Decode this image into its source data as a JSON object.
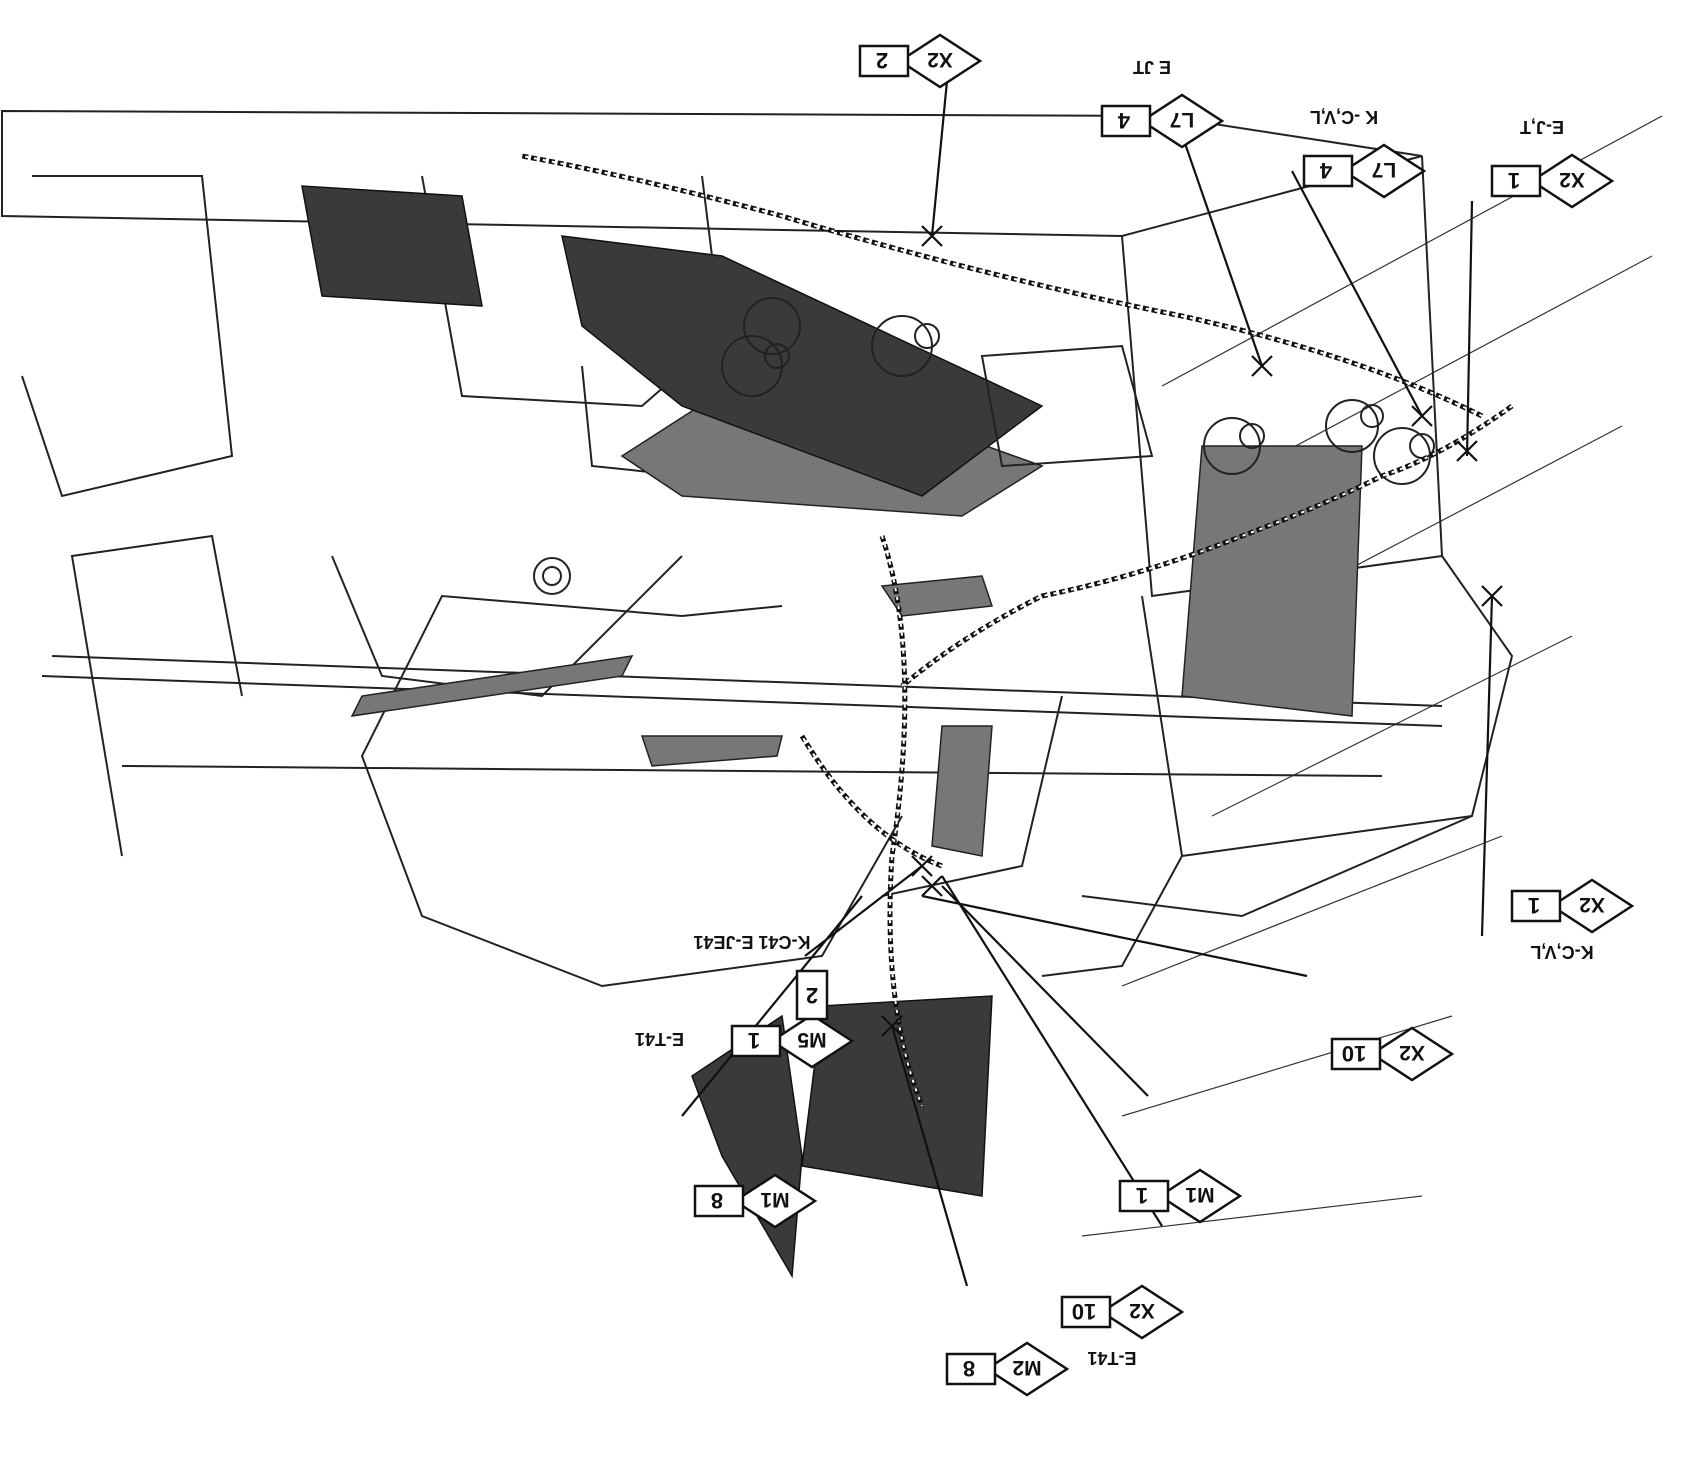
{
  "callouts": [
    {
      "id": "x2-2",
      "left": "2",
      "diamond": "X2",
      "ref": ""
    },
    {
      "id": "l7-4-a",
      "left": "4",
      "diamond": "L7",
      "ref": "E  JT"
    },
    {
      "id": "l7-4-b",
      "left": "4",
      "diamond": "L7",
      "ref": "K -C,V,L"
    },
    {
      "id": "x2-1-a",
      "left": "1",
      "diamond": "X2",
      "ref": "E-J,T"
    },
    {
      "id": "x2-1-b",
      "left": "1",
      "diamond": "X2",
      "ref": "K-C,V,L"
    },
    {
      "id": "x2-10-a",
      "left": "10",
      "diamond": "X2",
      "ref": ""
    },
    {
      "id": "m5",
      "left": "1",
      "diamond": "M5",
      "below": "2",
      "ref": "E-T41",
      "ref2": "K-C41   E-JE41"
    },
    {
      "id": "m1-1",
      "left": "1",
      "diamond": "M1",
      "ref": ""
    },
    {
      "id": "m1-8",
      "left": "8",
      "diamond": "M1",
      "ref": ""
    },
    {
      "id": "x2-10-b",
      "left": "10",
      "diamond": "X2",
      "ref": "E-T41"
    },
    {
      "id": "m2-8",
      "left": "8",
      "diamond": "M2",
      "ref": ""
    }
  ]
}
